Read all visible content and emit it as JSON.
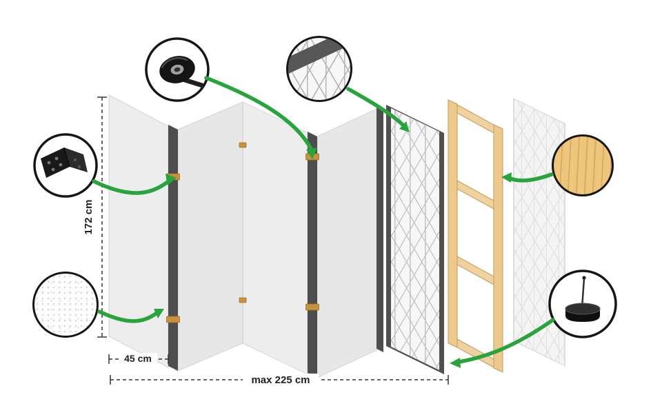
{
  "dimensions": {
    "height_label": "172 cm",
    "panel_width_label": "45 cm",
    "max_width_label": "max 225 cm"
  },
  "callouts": {
    "tape": {
      "icon": "tape-roll-icon"
    },
    "hinge": {
      "icon": "hinge-bracket-icon"
    },
    "canvas_texture": {
      "icon": "canvas-texture-icon"
    },
    "pattern_detail": {
      "icon": "cube-pattern-icon"
    },
    "wood": {
      "icon": "pine-wood-icon"
    },
    "foot": {
      "icon": "felt-foot-icon"
    }
  },
  "colors": {
    "arrow_green": "#29a33b",
    "panel_gray": "#ededed",
    "panel_edge_dark": "#4d4d4d",
    "wood_tan": "#edc98e",
    "hinge_brass": "#c8923d",
    "circle_border": "#161616"
  }
}
